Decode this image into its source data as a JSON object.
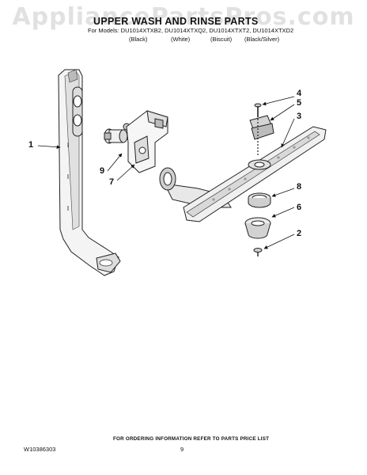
{
  "watermark": "AppliancePartsPros.com",
  "header": {
    "title": "UPPER WASH AND RINSE PARTS",
    "models_line": "For Models: DU1014XTXB2, DU1014XTXQ2, DU1014XTXT2, DU1014XTXD2",
    "colors": [
      "(Black)",
      "(White)",
      "(Biscuit)",
      "(Black/Silver)"
    ]
  },
  "callouts": [
    "1",
    "2",
    "3",
    "4",
    "5",
    "6",
    "7",
    "8",
    "9"
  ],
  "footer": {
    "note": "FOR ORDERING INFORMATION REFER TO PARTS PRICE LIST",
    "doc_number": "W10386303",
    "page_number": "9"
  }
}
